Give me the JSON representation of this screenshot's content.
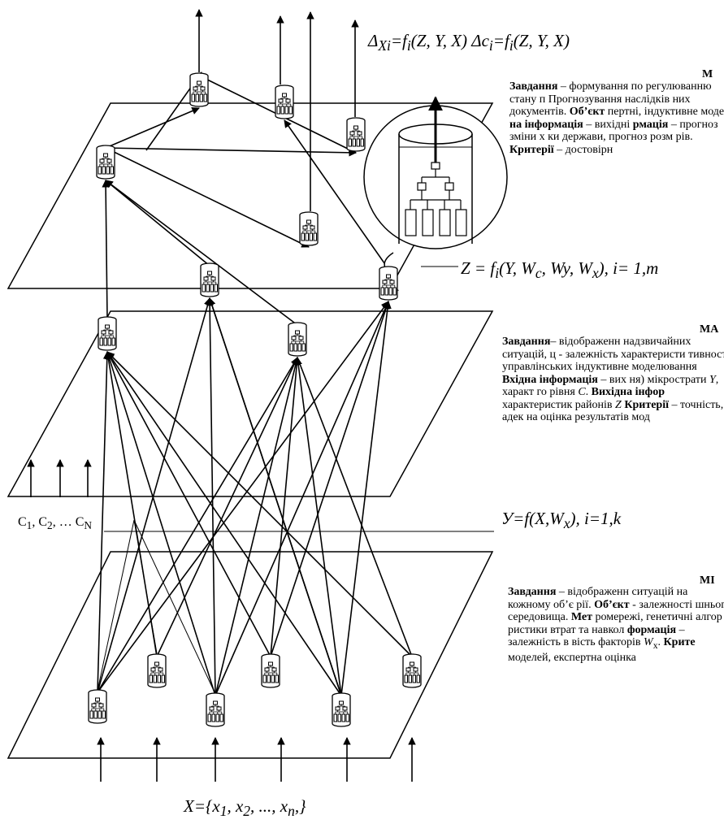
{
  "formulas": {
    "top": "Δ<sub>Xi</sub>=f<sub>i</sub>(Z, Y, X) Δc<sub>i</sub>=f<sub>i</sub>(Z, Y, X)",
    "z": "Z = f<sub>i</sub>(Y, W<sub>c</sub>, Wy, W<sub>x</sub>), i= 1,m",
    "y": "У=f(X,W<sub>x</sub>), i=1,k",
    "x": "X={x<sub>1</sub>, x<sub>2</sub>, ..., x<sub>n</sub>,}"
  },
  "c_list": "C<sub>1</sub>, C<sub>2</sub>, … C<sub>N</sub>",
  "levels": {
    "macro": {
      "header": "М",
      "text": "<b>Завдання</b> – формування по регулюванню стану п Прогнозування наслідків них документів. <b>Об’єкт</b> пертні, індуктивне модел <b>на інформація</b> – вихідні <b>рмація</b> – прогноз зміни х ки держави, прогноз розм рів. <b>Критерії</b> – достовірн"
    },
    "meso": {
      "header": "МА",
      "text": "<b>Завдання</b>– відображенн надзвичайних ситуацій, ц - залежність характеристи тивності управлінських індуктивне моделювання <b>Вхідна інформація</b> – вих ня) мікрострати <i>Y</i>, характ го рівня <i>C</i>. <b>Вихідна інфор</b> характеристик районів <i>Z</i> <b>Критерії</b> – точність, адек на оцінка результатів мод"
    },
    "micro": {
      "header": "МІ",
      "text": "<b>Завдання</b> – відображенн ситуацій на кожному об’є рії. <b>Об’єкт</b> - залежності шнього середовища. <b>Мет</b> ромережі, генетичні алгор ристики втрат та навкол <b>формація</b> – залежність в вість факторів <i>W</i><sub>x</sub>. <b>Крите</b> моделей, експертна оцінка"
    }
  },
  "colors": {
    "line": "#000000",
    "background": "#ffffff"
  }
}
